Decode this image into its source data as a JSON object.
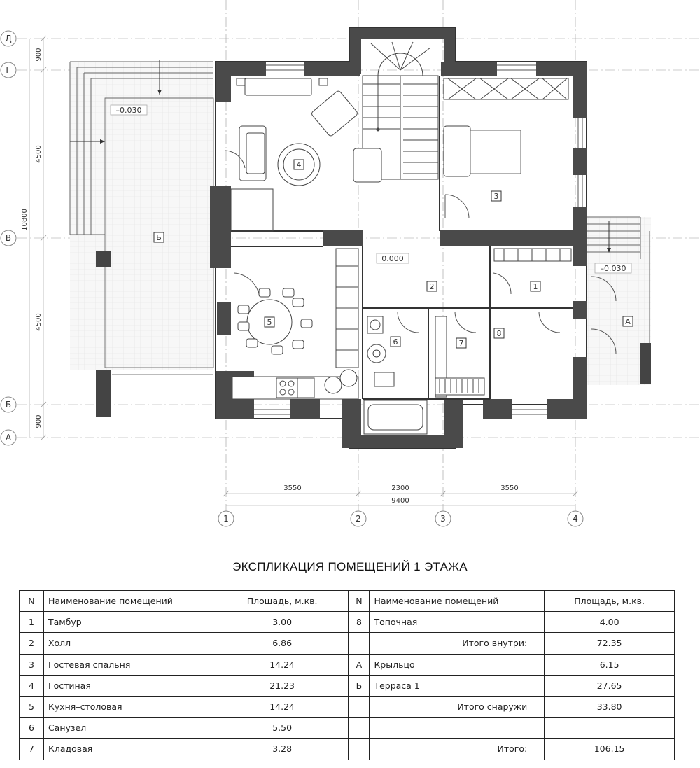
{
  "axes": {
    "rows": [
      {
        "id": "row-d",
        "label": "Д"
      },
      {
        "id": "row-g",
        "label": "Г"
      },
      {
        "id": "row-v",
        "label": "В"
      },
      {
        "id": "row-b",
        "label": "Б"
      },
      {
        "id": "row-a",
        "label": "А"
      }
    ],
    "cols": [
      {
        "id": "col-1",
        "label": "1"
      },
      {
        "id": "col-2",
        "label": "2"
      },
      {
        "id": "col-3",
        "label": "3"
      },
      {
        "id": "col-4",
        "label": "4"
      }
    ]
  },
  "dims": {
    "left": [
      "900",
      "4500",
      "10800",
      "4500",
      "900"
    ],
    "bottom": [
      "3550",
      "2300",
      "3550",
      "9400"
    ]
  },
  "levels": [
    "–0.030",
    "0.000",
    "–0.030"
  ],
  "rooms": [
    {
      "tag": "room-tag-1",
      "label": "1"
    },
    {
      "tag": "room-tag-2",
      "label": "2"
    },
    {
      "tag": "room-tag-3",
      "label": "3"
    },
    {
      "tag": "room-tag-4",
      "label": "4"
    },
    {
      "tag": "room-tag-5",
      "label": "5"
    },
    {
      "tag": "room-tag-6",
      "label": "6"
    },
    {
      "tag": "room-tag-7",
      "label": "7"
    },
    {
      "tag": "room-tag-8",
      "label": "8"
    },
    {
      "tag": "room-tag-a",
      "label": "А"
    },
    {
      "tag": "room-tag-b",
      "label": "Б"
    }
  ],
  "explication": {
    "title": "ЭКСПЛИКАЦИЯ ПОМЕЩЕНИЙ 1 ЭТАЖА",
    "header": [
      "N",
      "Наименование помещений",
      "Площадь, м.кв.",
      "N",
      "Наименование помещений",
      "Площадь, м.кв."
    ],
    "rows": [
      [
        "1",
        "Тамбур",
        "3.00",
        "8",
        "Топочная",
        "4.00"
      ],
      [
        "2",
        "Холл",
        "6.86",
        "",
        "Итого внутри:",
        "72.35"
      ],
      [
        "3",
        "Гостевая спальня",
        "14.24",
        "А",
        "Крыльцо",
        "6.15"
      ],
      [
        "4",
        "Гостиная",
        "21.23",
        "Б",
        "Терраса 1",
        "27.65"
      ],
      [
        "5",
        "Кухня–столовая",
        "14.24",
        "",
        "Итого снаружи",
        "33.80"
      ],
      [
        "6",
        "Санузел",
        "5.50",
        "",
        "",
        ""
      ],
      [
        "7",
        "Кладовая",
        "3.28",
        "",
        "Итого:",
        "106.15"
      ]
    ]
  }
}
